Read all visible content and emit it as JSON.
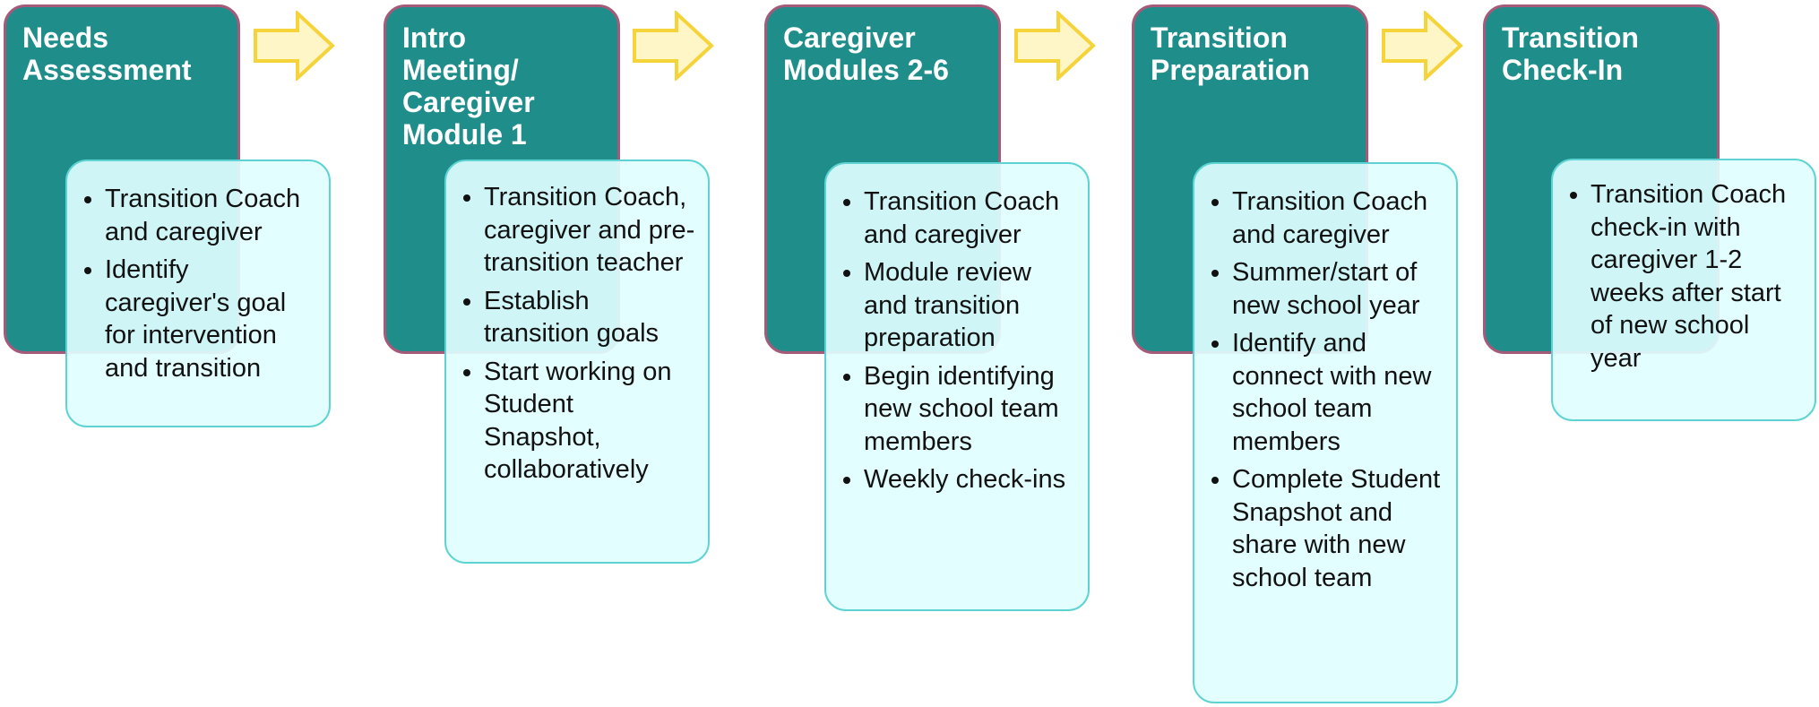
{
  "colors": {
    "step_fill": "#1f8e8b",
    "step_border": "#a45a78",
    "card_fill": "#e0feff",
    "card_border": "#5fd3d3",
    "arrow_fill": "#fff6c7",
    "arrow_border": "#f5d33a"
  },
  "icons": [
    "right-arrow-icon"
  ],
  "steps": [
    {
      "title": "Needs\nAssessment",
      "bullets": [
        "Transition Coach and caregiver",
        "Identify caregiver's goal for intervention and transition"
      ]
    },
    {
      "title": "Intro\nMeeting/\nCaregiver\nModule 1",
      "bullets": [
        "Transition Coach, caregiver and pre-transition teacher",
        "Establish transition goals",
        "Start working on Student Snapshot, collaboratively"
      ]
    },
    {
      "title": "Caregiver\nModules 2-6",
      "bullets": [
        "Transition Coach and caregiver",
        "Module review and transition preparation",
        "Begin identifying new school team members",
        "Weekly check-ins"
      ]
    },
    {
      "title": "Transition\nPreparation",
      "bullets": [
        "Transition Coach and caregiver",
        "Summer/start of new school year",
        "Identify and connect with new school team members",
        "Complete Student Snapshot and share with new school team"
      ]
    },
    {
      "title": "Transition\nCheck-In",
      "bullets": [
        "Transition Coach check-in with caregiver 1-2 weeks after start of new school year"
      ]
    }
  ]
}
